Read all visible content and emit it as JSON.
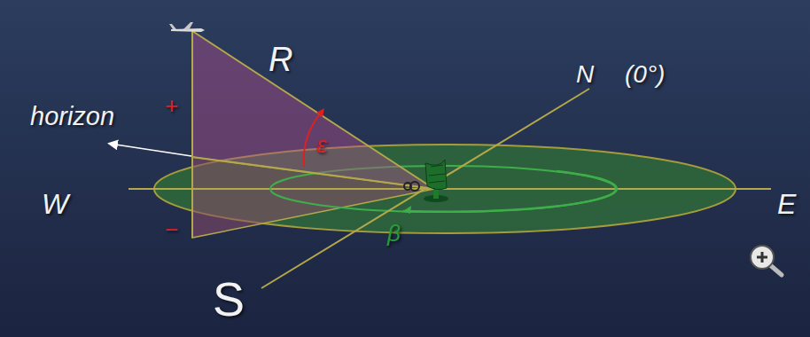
{
  "diagram": {
    "labels": [
      "R",
      "N",
      "(0°)",
      "horizon",
      "ε",
      "+",
      "W",
      "−",
      "E",
      "β",
      "S"
    ]
  }
}
